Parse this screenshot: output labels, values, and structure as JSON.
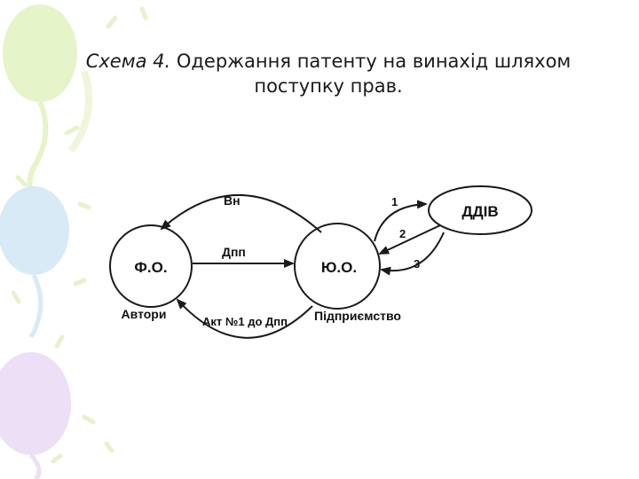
{
  "slide": {
    "title_label": "Схема 4.",
    "title_line1": "Одержання патенту на винахід шляхом",
    "title_line2": "поступку прав."
  },
  "diagram": {
    "nodes": {
      "fo": {
        "label": "Ф.О.",
        "caption": "Автори"
      },
      "yuo": {
        "label": "Ю.О.",
        "caption": "Підприємство"
      },
      "ddiv": {
        "label": "ДДІВ"
      }
    },
    "edges": {
      "vn": "Вн",
      "dpp": "Дпп",
      "akt": "Акт №1 до Дпп",
      "n1": "1",
      "n2": "2",
      "n3": "3"
    }
  },
  "colors": {
    "line": "#1a1a1a",
    "balloon_green": "#e3f3c4",
    "balloon_blue": "#d4e8f6",
    "balloon_pink": "#ecdcf4"
  }
}
